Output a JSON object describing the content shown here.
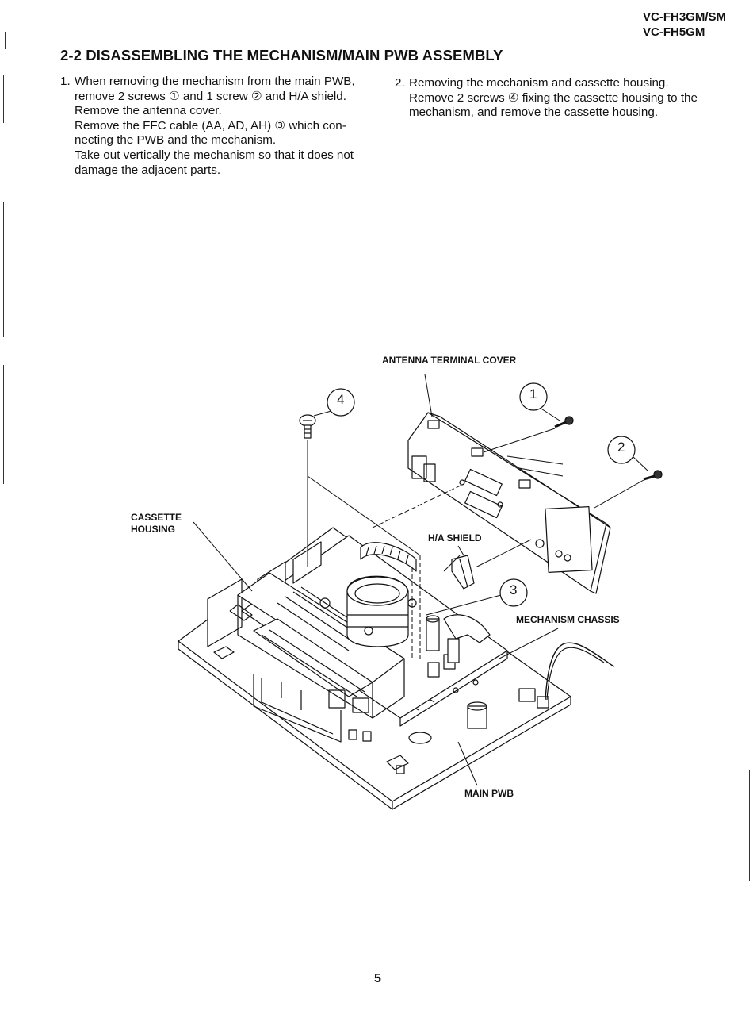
{
  "header": {
    "model_line1": "VC-FH3GM/SM",
    "model_line2": "VC-FH5GM"
  },
  "section_title": "2-2 DISASSEMBLING THE MECHANISM/MAIN PWB ASSEMBLY",
  "step1": {
    "number": "1.",
    "lines": [
      "When removing the mechanism from the main PWB,",
      "remove 2 screws ① and 1 screw ② and H/A shield.",
      "Remove the antenna cover.",
      "Remove the FFC cable (AA, AD, AH) ③ which con-",
      "necting the PWB and the mechanism.",
      "Take out vertically the mechanism so that it does not",
      "damage the adjacent parts."
    ]
  },
  "step2": {
    "number": "2.",
    "lines": [
      "Removing the mechanism and cassette housing.",
      "Remove 2 screws ④ fixing the cassette housing to the",
      "mechanism, and remove the cassette housing."
    ]
  },
  "diagram": {
    "labels": {
      "antenna_cover": "ANTENNA TERMINAL COVER",
      "cassette_housing_1": "CASSETTE",
      "cassette_housing_2": "HOUSING",
      "ha_shield": "H/A SHIELD",
      "mechanism_chassis": "MECHANISM CHASSIS",
      "main_pwb": "MAIN PWB"
    },
    "callouts": {
      "c1": "1",
      "c2": "2",
      "c3": "3",
      "c4": "4"
    }
  },
  "page_number": "5"
}
